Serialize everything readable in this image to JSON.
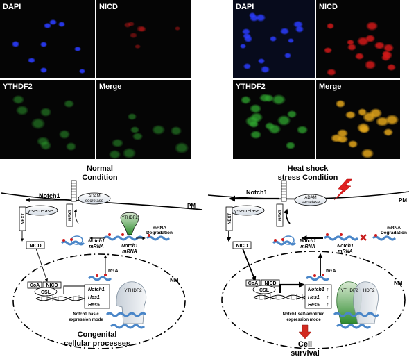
{
  "micrographs": {
    "normal": {
      "dapi": "DAPI",
      "nicd": "NICD",
      "ythdf2": "YTHDF2",
      "merge": "Merge"
    },
    "heat": {
      "dapi": "DAPI",
      "nicd": "NICD",
      "ythdf2": "YTHDF2",
      "merge": "Merge"
    }
  },
  "colors": {
    "dapi": "#2a3cff",
    "nicd": "#d11818",
    "ythdf2": "#2fa52f",
    "merge_heat": "#e2a51a",
    "rna": "#4a86c8",
    "methyl": "#d21f1f",
    "arrow_red": "#d22a1f"
  },
  "normal": {
    "title_1": "Normal",
    "title_2": "Condition",
    "notch1": "Notch1",
    "adam_1": "ADAM",
    "adam_2": "secretase",
    "gamma": "γ-secretase",
    "pm": "PM",
    "next_1": "NEXT",
    "next_2": "NEXT",
    "nicd_cyto": "NICD",
    "ythdf2_cyto": "YTHDF2",
    "mrna_degradation_1": "mRNA",
    "mrna_degradation_2": "Degradation",
    "notch1_mrna_a_1": "Notch1",
    "notch1_mrna_a_2": "mRNA",
    "notch1_mrna_b_1": "Notch1",
    "notch1_mrna_b_2": "mRNA",
    "nm": "NM",
    "m6a": "m⁶A",
    "coa": "CoA",
    "nicd_nuc": "NICD",
    "csl": "CSL",
    "gene_notch1": "Notch1",
    "gene_hes1": "Hes1",
    "gene_hes5": "Hes5",
    "ythdf2_nuc": "YTHDF2",
    "mode_1": "Notch1 basic",
    "mode_2": "expression mode",
    "outcome_1": "Congenital",
    "outcome_2": "cellular processes"
  },
  "heat": {
    "title_1": "Heat shock",
    "title_2": "stress Condition",
    "notch1": "Notch1",
    "adam_1": "ADAM",
    "adam_2": "secretase",
    "gamma": "γ-secretase",
    "pm": "PM",
    "next_1": "NEXT",
    "next_2": "NEXT",
    "nicd_cyto": "NICD",
    "mrna_degradation_1": "mRNA",
    "mrna_degradation_2": "Degradation",
    "notch1_mrna_a_1": "Notch1",
    "notch1_mrna_a_2": "mRNA",
    "notch1_mrna_b_1": "Notch1",
    "notch1_mrna_b_2": "mRNA",
    "nm": "NM",
    "m6a": "m⁶A",
    "coa": "CoA",
    "nicd_nuc": "NICD",
    "csl": "CSL",
    "gene_notch1": "Notch1",
    "gene_hes1": "Hes1",
    "gene_hes5": "Hes5",
    "up_arrow": "↑",
    "ythdf2_nuc_1": "YTHDF2",
    "ythdf2_nuc_2": "HDF2",
    "mode_1": "Notch1 self-amplified",
    "mode_2": "expression mode",
    "outcome_1": "Cell",
    "outcome_2": "survival"
  }
}
